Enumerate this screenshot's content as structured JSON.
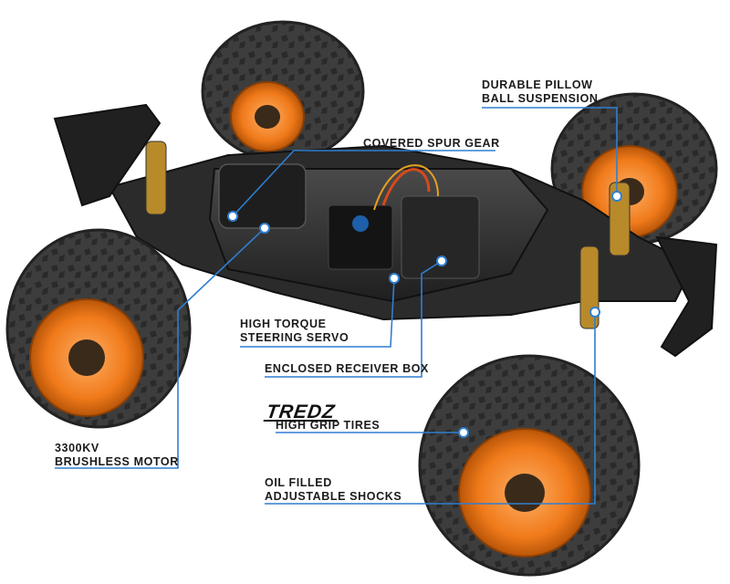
{
  "colors": {
    "leader_line": "#2f7fd0",
    "label_text": "#1b1b1b",
    "tire": "#3a3a3a",
    "wheel": "#f07a1a",
    "chassis": "#2a2a2a"
  },
  "callouts": {
    "pillow_ball": {
      "line1": "DURABLE PILLOW",
      "line2": "BALL SUSPENSION"
    },
    "spur_gear": {
      "line1": "COVERED SPUR GEAR"
    },
    "servo": {
      "line1": "HIGH TORQUE",
      "line2": "STEERING SERVO"
    },
    "receiver_box": {
      "line1": "ENCLOSED RECEIVER BOX"
    },
    "tires": {
      "brand": "TREDZ",
      "line1": "HIGH GRIP TIRES"
    },
    "motor": {
      "line1": "3300KV",
      "line2": "BRUSHLESS MOTOR"
    },
    "shocks": {
      "line1": "OIL FILLED",
      "line2": "ADJUSTABLE SHOCKS"
    }
  }
}
